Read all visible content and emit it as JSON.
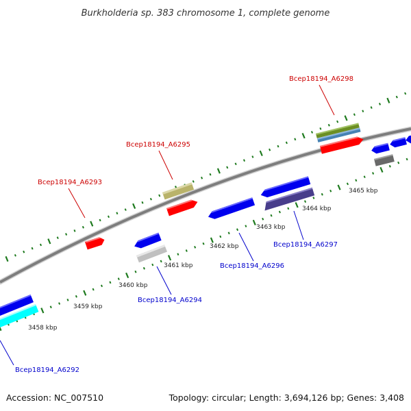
{
  "title": "Burkholderia sp. 383 chromosome 1, complete genome",
  "footer": {
    "accession": "Accession: NC_007510",
    "summary": "Topology: circular; Length: 3,694,126 bp; Genes: 3,408"
  },
  "colors": {
    "forward_label": "#cc0000",
    "reverse_label": "#0000cc",
    "tick": "#1e7a1e",
    "backbone": "#8c8c8c"
  },
  "tick_labels": [
    "3458 kbp",
    "3459 kbp",
    "3460 kbp",
    "3461 kbp",
    "3462 kbp",
    "3463 kbp",
    "3464 kbp",
    "3465 kbp"
  ],
  "gene_labels": [
    {
      "id": "upper-1",
      "text": "Bcep18194_A6293",
      "strand": "forward"
    },
    {
      "id": "upper-2",
      "text": "Bcep18194_A6295",
      "strand": "forward"
    },
    {
      "id": "upper-3",
      "text": "Bcep18194_A6298",
      "strand": "forward"
    },
    {
      "id": "lower-1",
      "text": "Bcep18194_A6292",
      "strand": "reverse"
    },
    {
      "id": "lower-2",
      "text": "Bcep18194_A6294",
      "strand": "reverse"
    },
    {
      "id": "lower-3",
      "text": "Bcep18194_A6296",
      "strand": "reverse"
    },
    {
      "id": "lower-4",
      "text": "Bcep18194_A6297",
      "strand": "reverse"
    }
  ],
  "feature_colors": {
    "red": "#ff0000",
    "blue": "#0000ee",
    "cyan": "#00ffff",
    "khaki": "#b9b36a",
    "silver": "#c0c0c0",
    "olive": "#6b8e23",
    "steel": "#4682b4",
    "navy": "#483d8b",
    "gray": "#696969"
  }
}
